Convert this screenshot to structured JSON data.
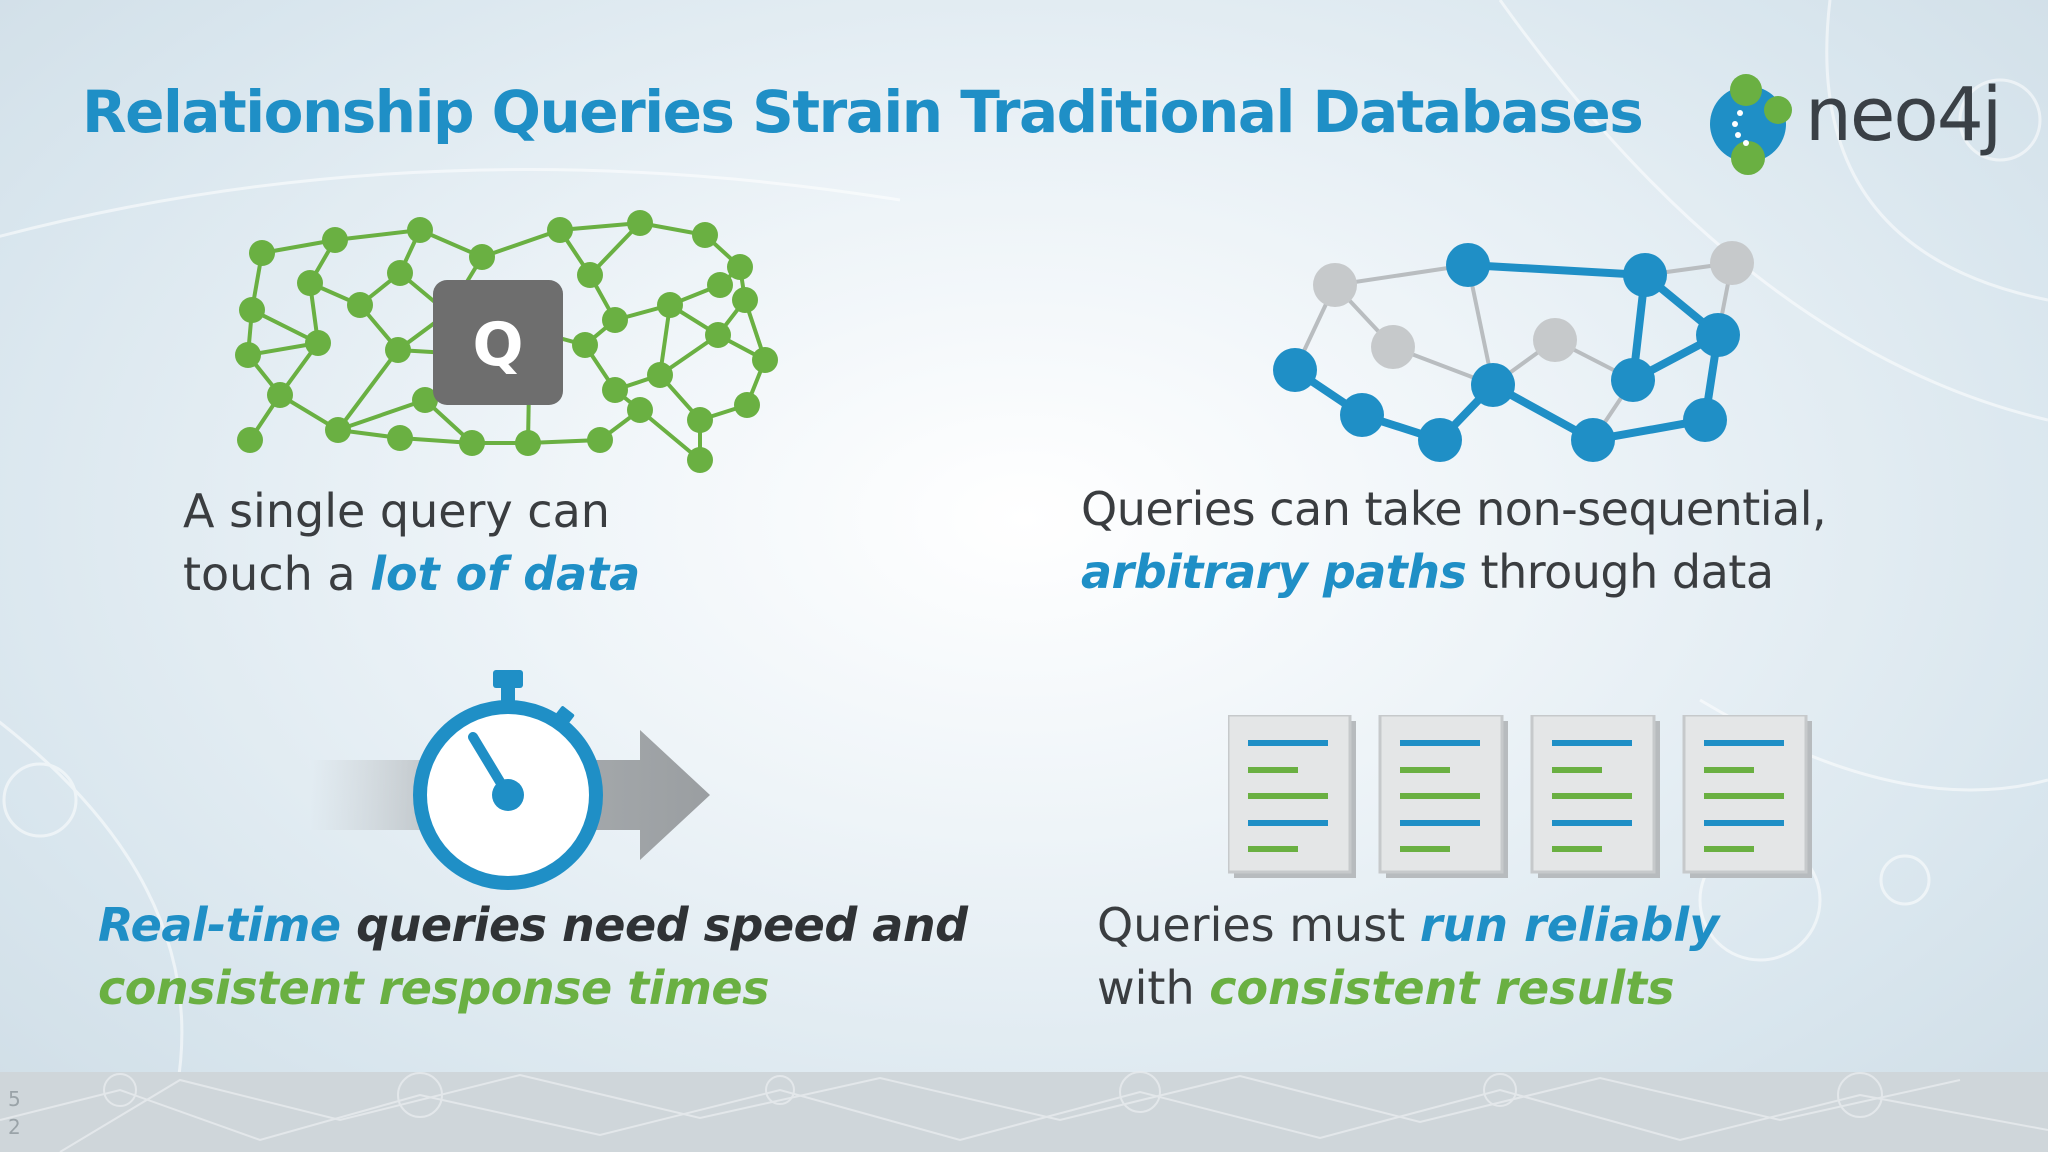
{
  "slide": {
    "title": "Relationship Queries Strain Traditional Databases",
    "logo_text": "neo4j",
    "slide_number_line1": "5",
    "slide_number_line2": "2"
  },
  "panel_1": {
    "icon": "green-graph-with-query-icon",
    "query_badge": "Q",
    "caption_part1": "A single query can",
    "caption_part2": "touch a ",
    "caption_emphasis": "lot of data"
  },
  "panel_2": {
    "icon": "graph-path-icon",
    "caption_part1": "Queries can take non-sequential,",
    "caption_emphasis": "arbitrary paths",
    "caption_part2": " through data"
  },
  "panel_3": {
    "icon": "stopwatch-icon",
    "caption_emphasis1": "Real-time",
    "caption_part1": " queries need speed and",
    "caption_emphasis2": "consistent response times"
  },
  "panel_4": {
    "icon": "documents-icon",
    "caption_part1": "Queries must ",
    "caption_emphasis1": "run reliably",
    "caption_part2": "with ",
    "caption_emphasis2": "consistent results"
  },
  "colors": {
    "brand_blue": "#1f8fc6",
    "brand_green": "#6ab042",
    "text_dark": "#3a3d40",
    "node_gray": "#c6c9cb"
  }
}
